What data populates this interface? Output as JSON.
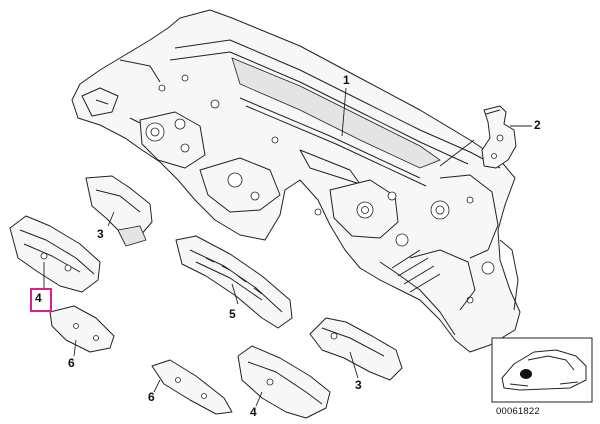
{
  "diagram": {
    "callouts": [
      {
        "id": "c1a",
        "label": "1"
      },
      {
        "id": "c2a",
        "label": "2"
      },
      {
        "id": "c3a",
        "label": "3"
      },
      {
        "id": "c4a",
        "label": "4"
      },
      {
        "id": "c5a",
        "label": "5"
      },
      {
        "id": "c6a",
        "label": "6"
      },
      {
        "id": "c3b",
        "label": "3"
      },
      {
        "id": "c6b",
        "label": "6"
      },
      {
        "id": "c4b",
        "label": "4"
      }
    ],
    "highlighted_part": "4",
    "highlight_color": "#e0208a",
    "diagram_code": "00061822"
  }
}
